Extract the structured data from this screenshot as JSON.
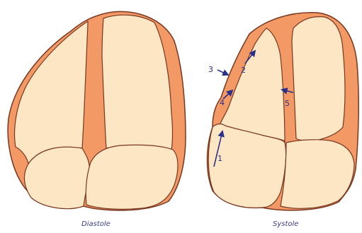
{
  "colors": {
    "wall": "#f39966",
    "chamber": "#fde6c4",
    "outline": "#7a3720",
    "arrow": "#2a2f8a",
    "caption": "#3b3f8f"
  },
  "captions": {
    "diastole": "Diastole",
    "systole": "Systole"
  },
  "labels": {
    "l1": "1",
    "l2": "2",
    "l3": "3",
    "l4": "4",
    "l5": "5"
  }
}
